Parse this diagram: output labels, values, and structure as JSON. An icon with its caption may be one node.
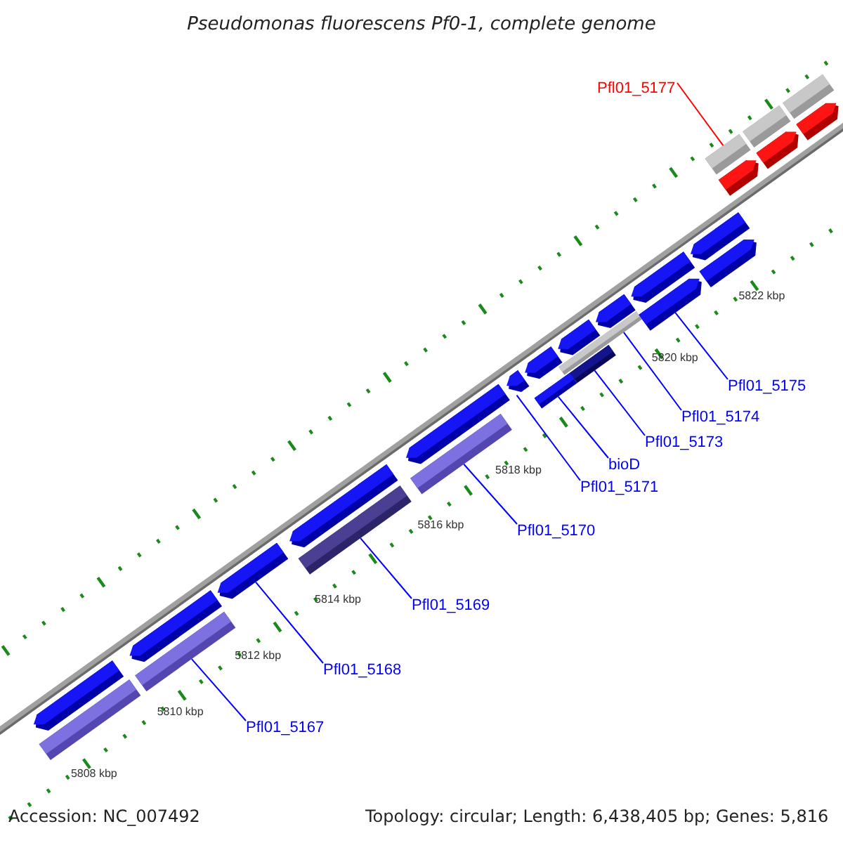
{
  "diagram": {
    "title": "Pseudomonas fluorescens Pf0-1, complete genome",
    "nodes": [
      {
        "text": [
          "Pfl01_5177"
        ]
      },
      {
        "text": [
          "Pfl01_5175"
        ]
      },
      {
        "text": [
          "Pfl01_5174"
        ]
      },
      {
        "text": [
          "Pfl01_5173"
        ]
      },
      {
        "text": [
          "bioD"
        ]
      },
      {
        "text": [
          "Pfl01_5171"
        ]
      },
      {
        "text": [
          "Pfl01_5170"
        ]
      },
      {
        "text": [
          "Pfl01_5169"
        ]
      },
      {
        "text": [
          "Pfl01_5168"
        ]
      },
      {
        "text": [
          "Pfl01_5167"
        ]
      },
      {
        "text": [],
        "shape": "bar"
      },
      {
        "text": [],
        "shape": "bar"
      },
      {
        "text": [],
        "shape": "bar"
      },
      {
        "text": [],
        "shape": "bar"
      },
      {
        "text": [],
        "shape": "bar"
      },
      {
        "text": [],
        "shape": "bar"
      },
      {
        "text": [],
        "shape": "bar"
      },
      {
        "text": [],
        "shape": "bar"
      },
      {
        "text": [],
        "shape": "bar"
      },
      {
        "text": [],
        "shape": "bar"
      },
      {
        "text": [],
        "shape": "bar"
      },
      {
        "text": [],
        "shape": "bar"
      },
      {
        "text": [],
        "shape": "bar"
      },
      {
        "text": [],
        "shape": "bar"
      },
      {
        "text": [],
        "shape": "bar"
      },
      {
        "text": [],
        "shape": "bar"
      },
      {
        "text": [],
        "shape": "bar"
      },
      {
        "text": [],
        "shape": "bar"
      },
      {
        "text": [],
        "shape": "bar"
      },
      {
        "text": [],
        "shape": "bar"
      },
      {
        "text": [],
        "shape": "bar"
      },
      {
        "text": [],
        "shape": "bar"
      },
      {
        "text": [],
        "shape": "bar"
      },
      {
        "text": [],
        "shape": "bar"
      },
      {
        "text": [],
        "shape": "bar"
      },
      {
        "text": [],
        "shape": "bar"
      }
    ],
    "edges": [
      {
        "from": 0,
        "to": 31,
        "arrow": "none",
        "color": "#ff0000"
      },
      {
        "from": 1,
        "to": 26,
        "arrow": "none"
      },
      {
        "from": 2,
        "to": 22,
        "arrow": "none"
      },
      {
        "from": 3,
        "to": 23,
        "arrow": "none"
      },
      {
        "from": 4,
        "to": 20,
        "arrow": "none"
      },
      {
        "from": 5,
        "to": 19,
        "arrow": "none"
      },
      {
        "from": 6,
        "to": 17,
        "arrow": "none"
      },
      {
        "from": 7,
        "to": 15,
        "arrow": "none"
      },
      {
        "from": 8,
        "to": 14,
        "arrow": "none"
      },
      {
        "from": 9,
        "to": 12,
        "arrow": "none"
      }
    ],
    "labels": [
      "5822 kbp",
      "5820 kbp",
      "5818 kbp",
      "5816 kbp",
      "5814 kbp",
      "5812 kbp",
      "5810 kbp",
      "5808 kbp",
      "Accession: NC_007492",
      "Topology: circular; Length: 6,438,405 bp; Genes: 5,816"
    ]
  }
}
